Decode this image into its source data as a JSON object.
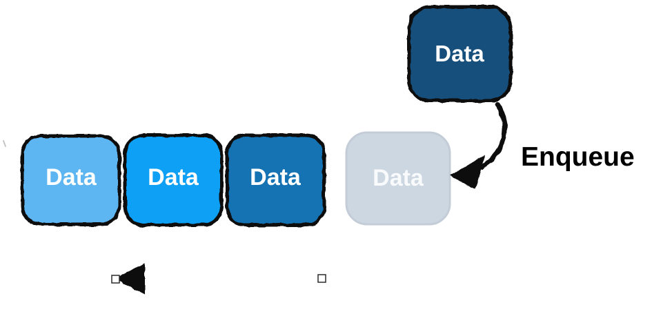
{
  "diagram": {
    "type": "queue-enqueue-illustration",
    "enqueue_label": "Enqueue",
    "queue_items": [
      {
        "label": "Data",
        "color": "#5db5f1"
      },
      {
        "label": "Data",
        "color": "#0aa0f5"
      },
      {
        "label": "Data",
        "color": "#1273b3"
      },
      {
        "label": "Data",
        "color": "#ccd7e2",
        "state": "ghost-slot"
      }
    ],
    "incoming_item": {
      "label": "Data",
      "color": "#17507c"
    },
    "colors": {
      "ink": "#0d0d0d",
      "ghost_border": "#c3ccd7",
      "label_text": "#ffffff",
      "enqueue_text": "#000000",
      "background": "#ffffff"
    }
  }
}
